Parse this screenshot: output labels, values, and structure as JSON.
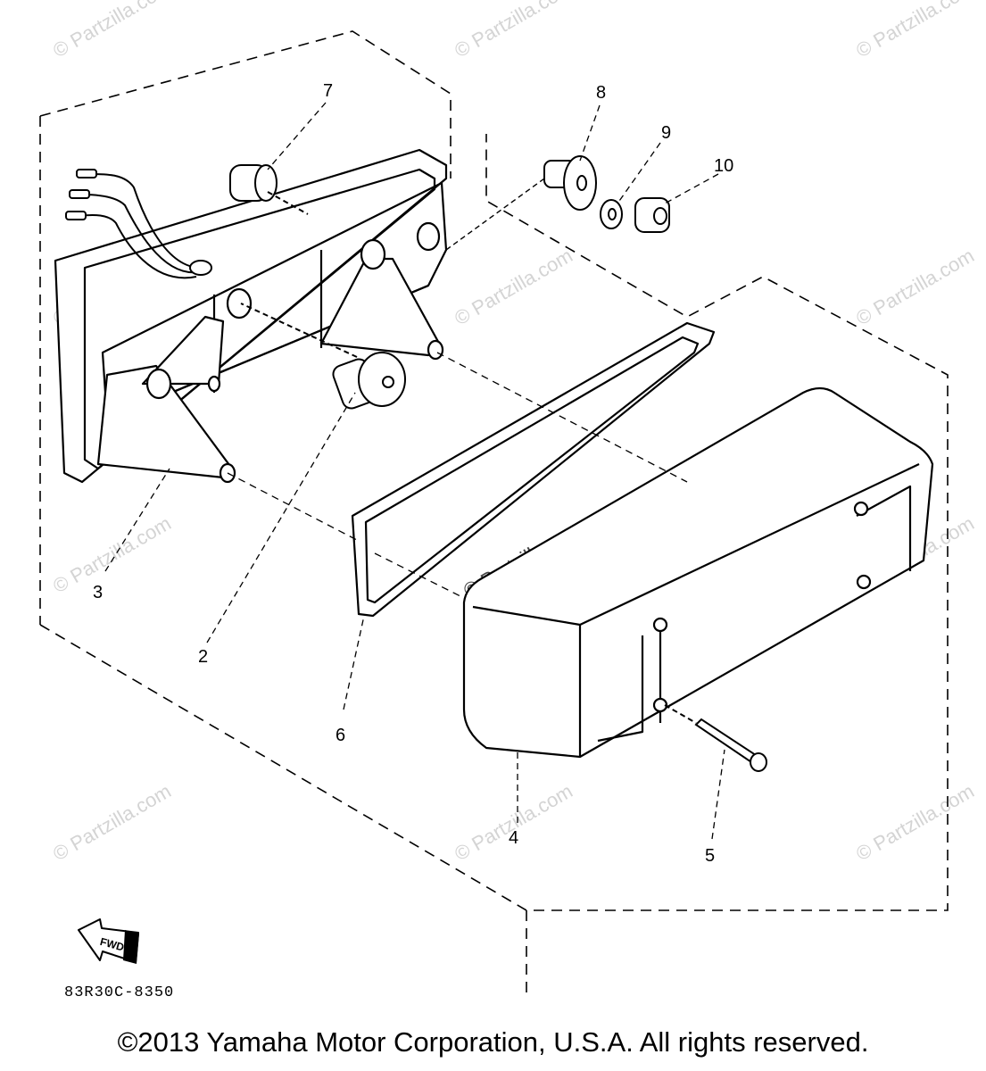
{
  "callouts": {
    "c1": "7",
    "c2": "8",
    "c3": "9",
    "c4": "10",
    "c5": "3",
    "c6": "2",
    "c7": "6",
    "c8": "4",
    "c9": "5"
  },
  "fwd_label": "FWD",
  "diagram_code": "83R30C-8350",
  "watermark": "© Partzilla.com",
  "copyright": "©2013 Yamaha Motor Corporation, U.S.A. All rights reserved."
}
